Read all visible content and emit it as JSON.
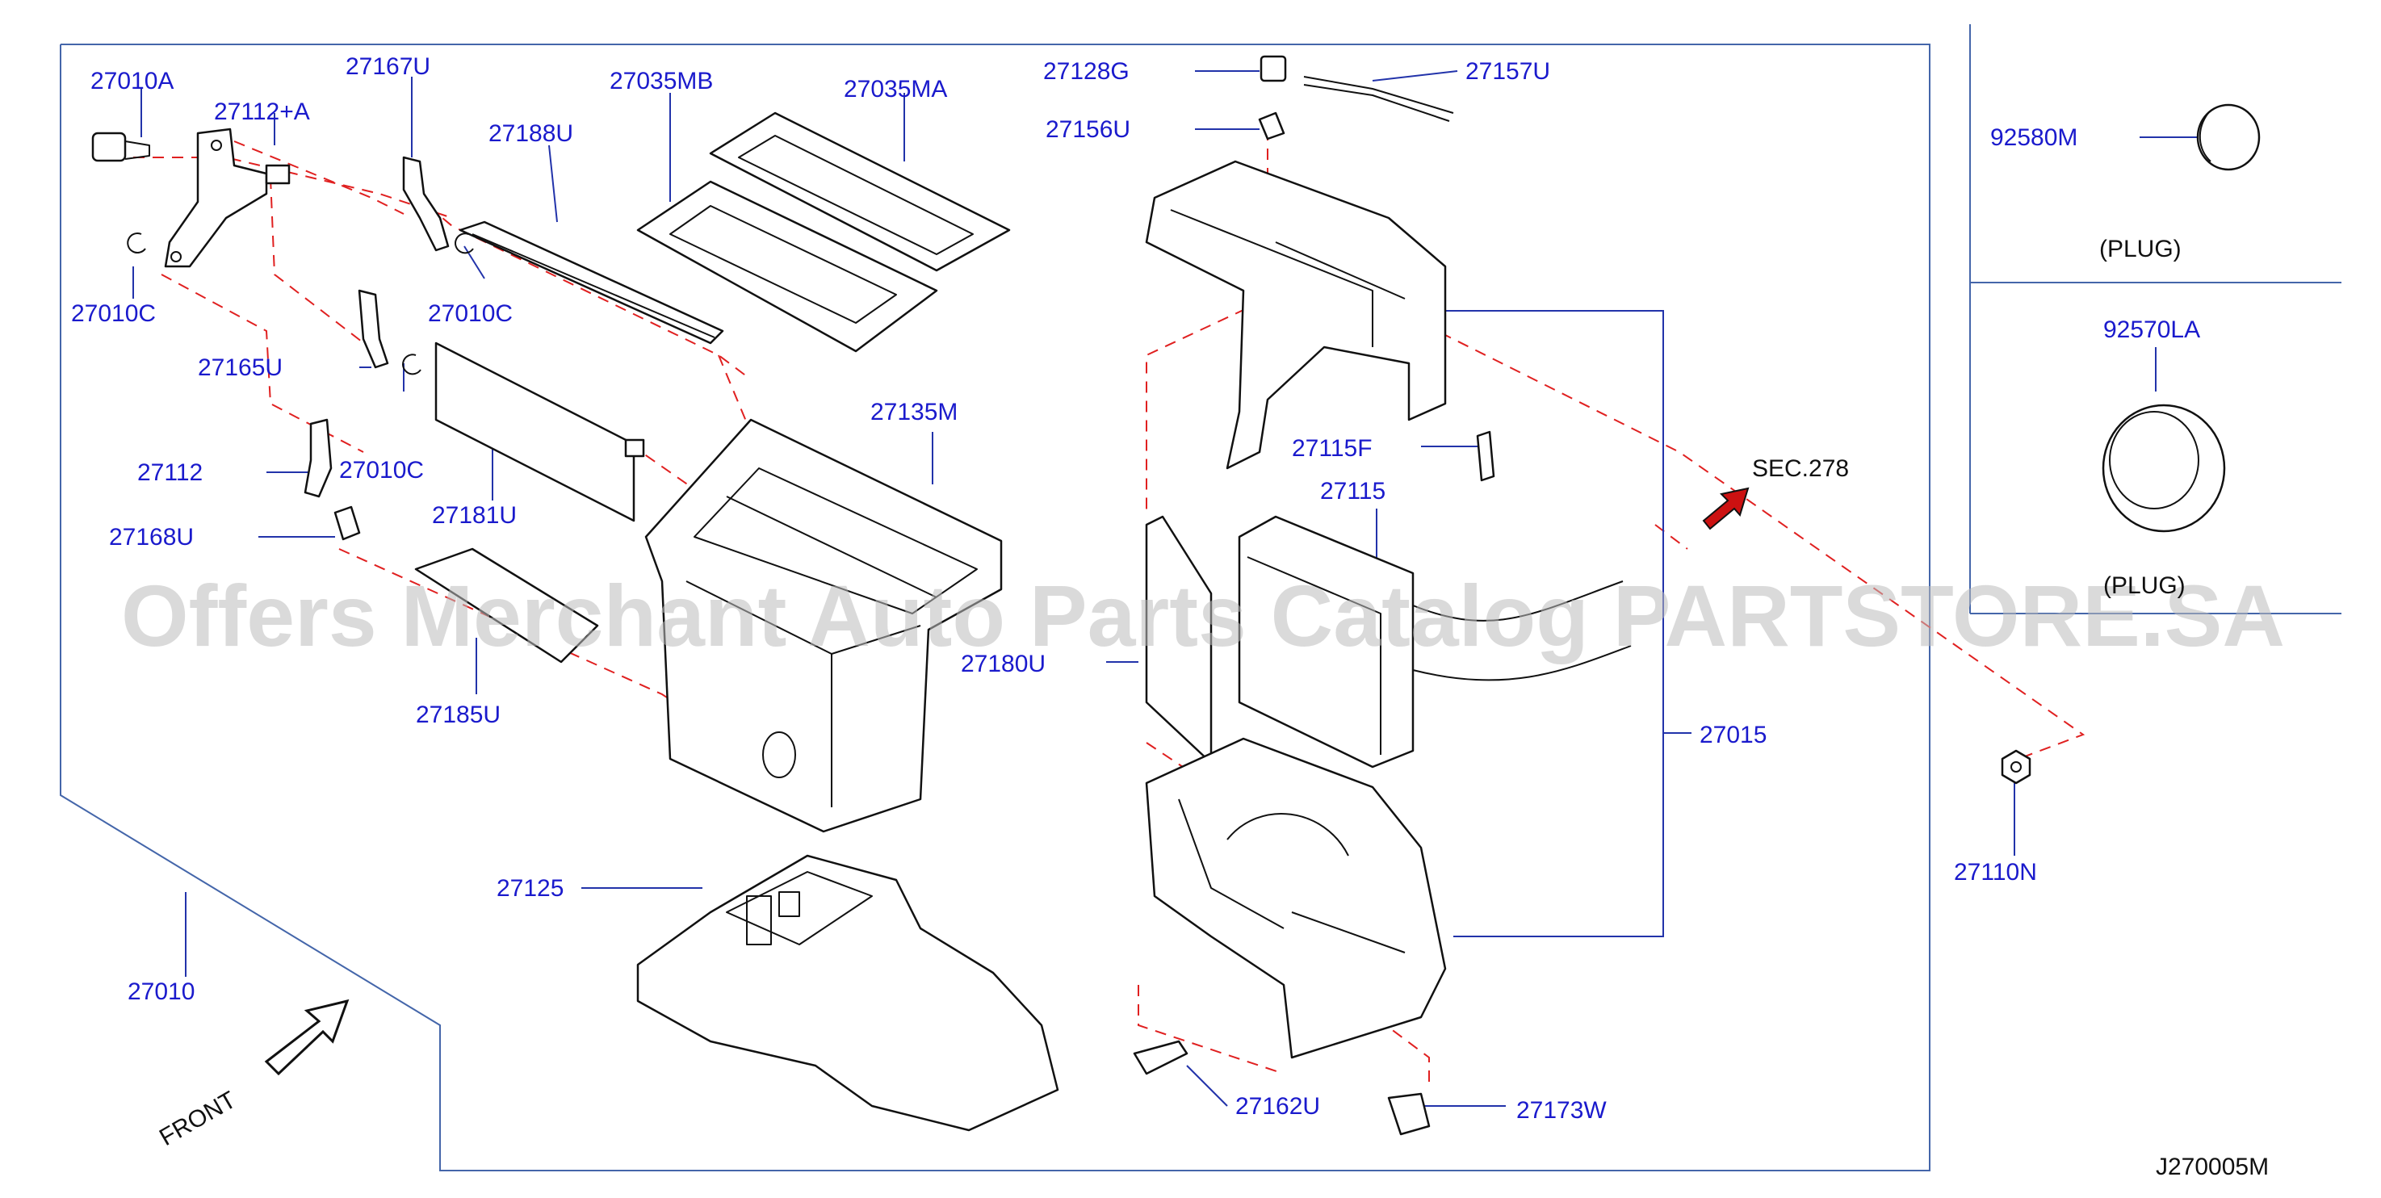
{
  "diagram_id": "J270005M",
  "watermark": "Offers Merchant Auto Parts Catalog PARTSTORE.SA",
  "direction_label": "FRONT",
  "section_ref": "SEC.278",
  "side_panel": {
    "plug1_code": "92580M",
    "plug1_label": "(PLUG)",
    "plug2_code": "92570LA",
    "plug2_label": "(PLUG)"
  },
  "parts": {
    "p27010A": "27010A",
    "p27112A": "27112+A",
    "p27167U": "27167U",
    "p27035MB": "27035MB",
    "p27035MA": "27035MA",
    "p27188U": "27188U",
    "p27010C_1": "27010C",
    "p27010C_2": "27010C",
    "p27010C_3": "27010C",
    "p27165U": "27165U",
    "p27112": "27112",
    "p27168U": "27168U",
    "p27181U": "27181U",
    "p27135M": "27135M",
    "p27185U": "27185U",
    "p27125": "27125",
    "p27010": "27010",
    "p27128G": "27128G",
    "p27157U": "27157U",
    "p27156U": "27156U",
    "p27115F": "27115F",
    "p27115": "27115",
    "p27180U": "27180U",
    "p27015": "27015",
    "p27162U": "27162U",
    "p27173W": "27173W",
    "p27110N": "27110N"
  }
}
